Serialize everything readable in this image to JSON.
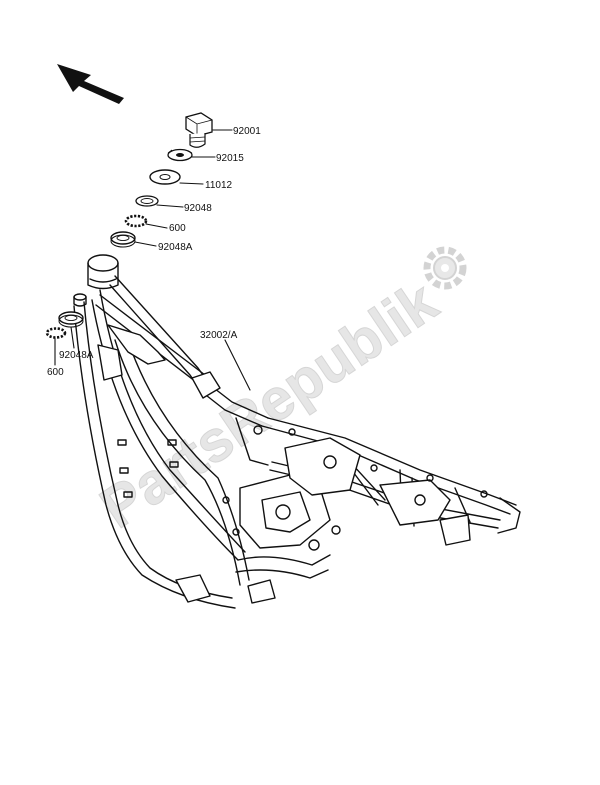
{
  "watermark": {
    "text": "PartsRepublik",
    "icon": "gear-icon"
  },
  "direction_arrow": {
    "icon": "arrow-up-left-icon"
  },
  "parts": {
    "p92001": "92001",
    "p92015": "92015",
    "p11012": "11012",
    "p92048": "92048",
    "p600_top": "600",
    "p92048A_top": "92048A",
    "p32002A": "32002/A",
    "p92048A_left": "92048A",
    "p600_left": "600"
  }
}
